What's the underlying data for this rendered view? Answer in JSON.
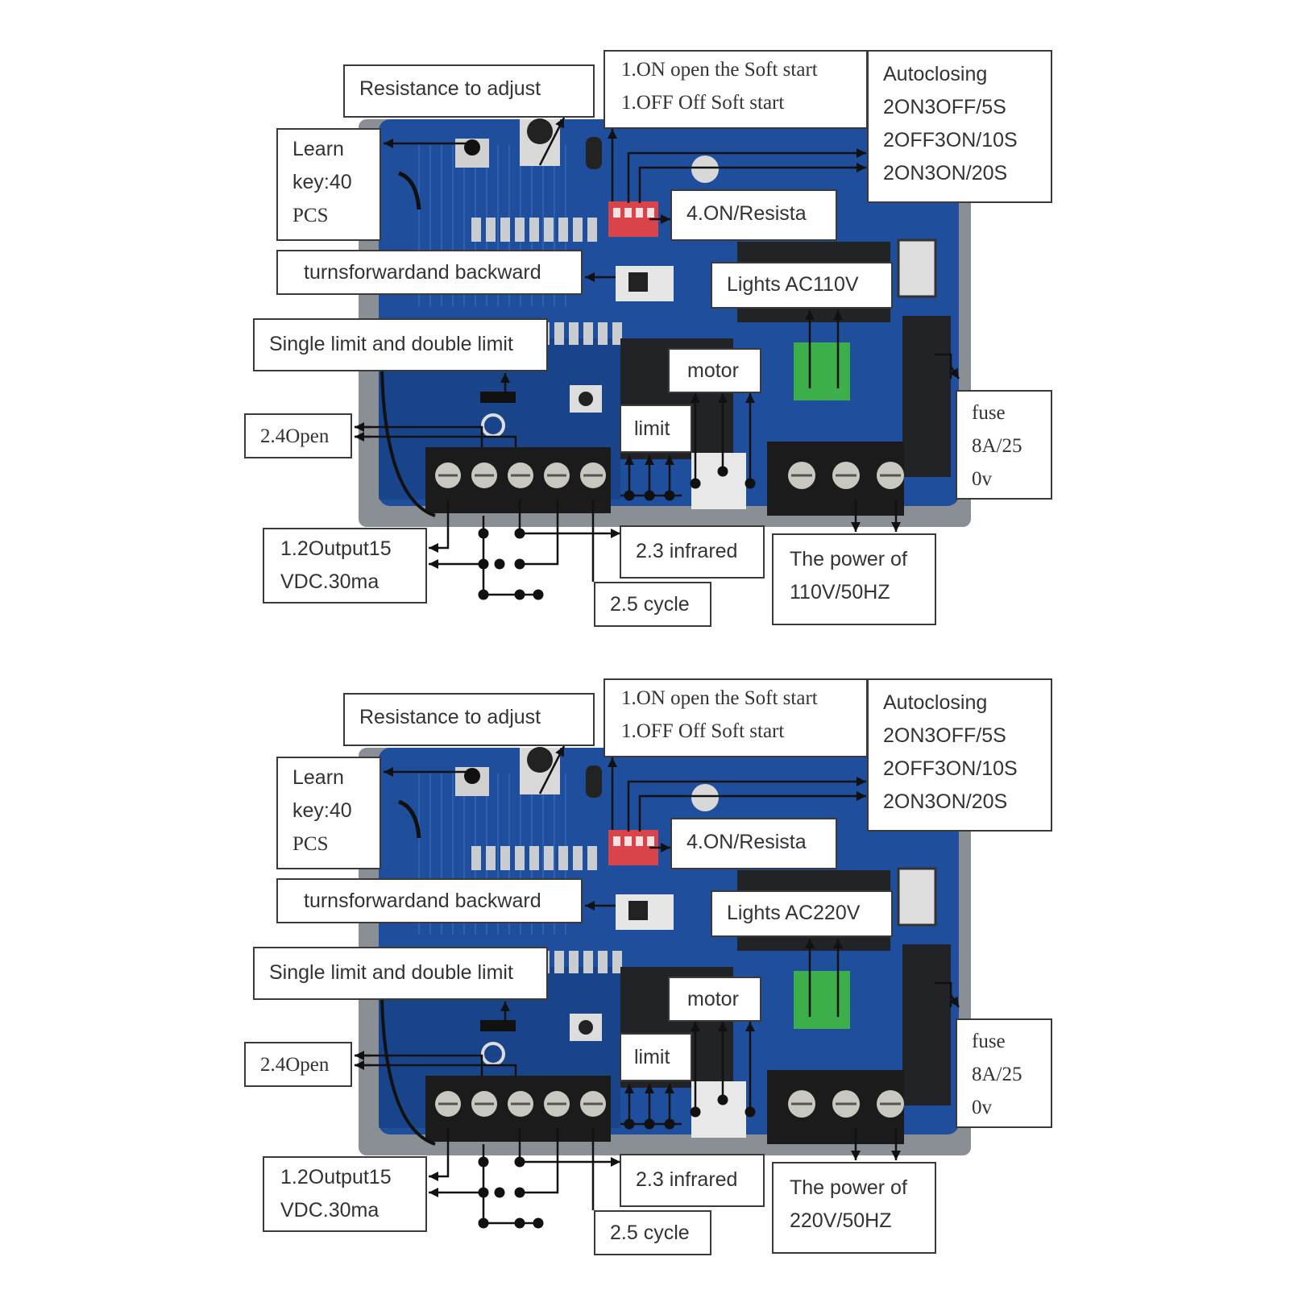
{
  "colors": {
    "board": "#1f4f9c",
    "board_dark": "#153a78",
    "board_grey": "#8a8f96",
    "terminal_black": "#1b1b1b",
    "terminal_screw": "#c8c8c0",
    "dip_red": "#d9434a",
    "connector_green": "#3cae4a",
    "relay_black": "#222326",
    "wire": "#111111",
    "label_border": "#3a3a3a",
    "label_text": "#333333"
  },
  "panels": [
    {
      "resistance": "Resistance to adjust",
      "softstart": {
        "on": "1.ON open the Soft start",
        "off": "1.OFF Off Soft start"
      },
      "autoclosing": {
        "title": "Autoclosing",
        "o1": "2ON3OFF/5S",
        "o2": "2OFF3ON/10S",
        "o3": "2ON3ON/20S"
      },
      "learn": {
        "l1": "Learn",
        "l2": "key:40",
        "l3": "PCS"
      },
      "resista": "4.ON/Resista",
      "turns": "turnsforwardand backward",
      "lights": "Lights AC110V",
      "limit_mode": "Single limit and double limit",
      "motor": "motor",
      "limit": "limit",
      "open": "2.4Open",
      "fuse": {
        "l1": "fuse",
        "l2": "8A/25",
        "l3": "0v"
      },
      "output": {
        "l1": "1.2Output15",
        "l2": "VDC.30ma"
      },
      "infrared": "2.3 infrared",
      "power": {
        "l1": "The power of",
        "l2": "110V/50HZ"
      },
      "cycle": "2.5 cycle"
    },
    {
      "resistance": "Resistance to adjust",
      "softstart": {
        "on": "1.ON open the Soft start",
        "off": "1.OFF Off Soft start"
      },
      "autoclosing": {
        "title": "Autoclosing",
        "o1": "2ON3OFF/5S",
        "o2": "2OFF3ON/10S",
        "o3": "2ON3ON/20S"
      },
      "learn": {
        "l1": "Learn",
        "l2": "key:40",
        "l3": "PCS"
      },
      "resista": "4.ON/Resista",
      "turns": "turnsforwardand backward",
      "lights": "Lights AC220V",
      "limit_mode": "Single limit and double limit",
      "motor": "motor",
      "limit": "limit",
      "open": "2.4Open",
      "fuse": {
        "l1": "fuse",
        "l2": "8A/25",
        "l3": "0v"
      },
      "output": {
        "l1": "1.2Output15",
        "l2": "VDC.30ma"
      },
      "infrared": "2.3 infrared",
      "power": {
        "l1": "The power of",
        "l2": "220V/50HZ"
      },
      "cycle": "2.5 cycle"
    }
  ]
}
